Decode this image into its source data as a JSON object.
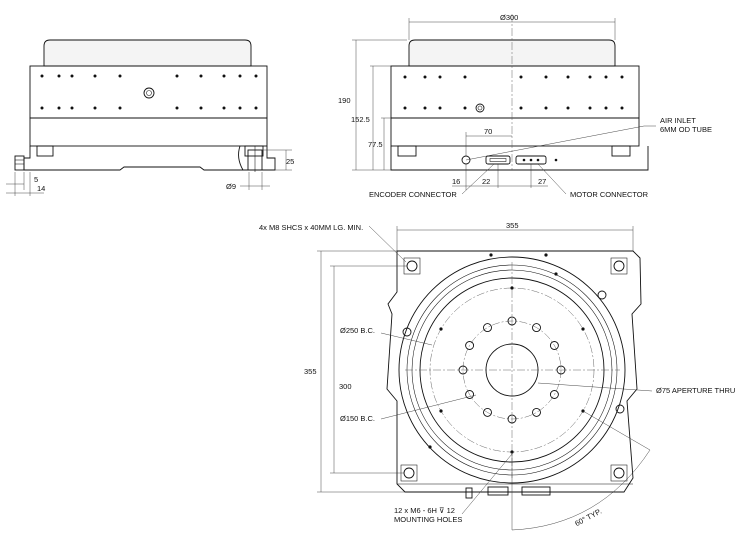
{
  "dimensions": {
    "top_diameter": "Ø300",
    "height_total": "190",
    "height_mid": "152.5",
    "height_base": "77.5",
    "air_offset": "70",
    "conn_16": "16",
    "conn_22": "22",
    "conn_27": "27",
    "side_5": "5",
    "side_14": "14",
    "side_25": "25",
    "side_dia9": "Ø9",
    "plan_width": "355",
    "plan_height": "355",
    "plan_300": "300",
    "bc_250": "Ø250 B.C.",
    "bc_150": "Ø150 B.C.",
    "aperture": "Ø75 APERTURE THRU",
    "angle": "60° TYP."
  },
  "callouts": {
    "air_inlet_line1": "AIR INLET",
    "air_inlet_line2": "6MM OD TUBE",
    "encoder": "ENCODER CONNECTOR",
    "motor": "MOTOR CONNECTOR",
    "mounting_screws": "4x M8 SHCS x 40MM LG. MIN.",
    "mounting_holes_line1": "12 x M6 - 6H ⊽ 12",
    "mounting_holes_line2": "MOUNTING HOLES"
  }
}
